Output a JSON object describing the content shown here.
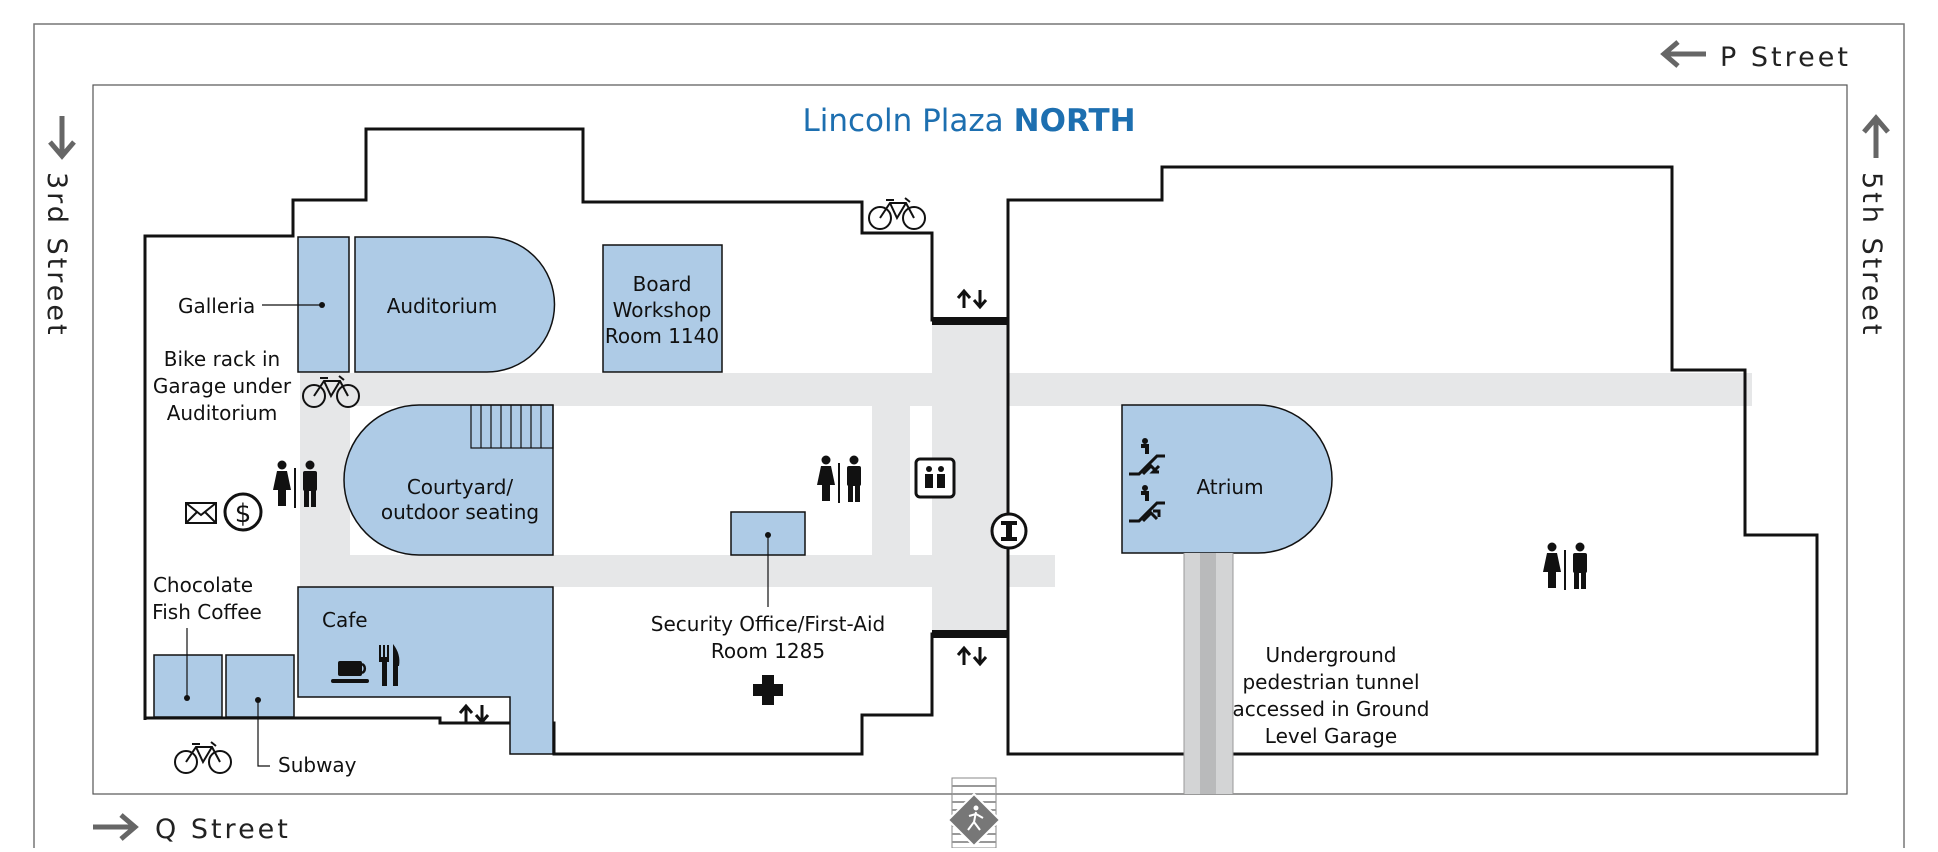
{
  "map": {
    "title_regular": "Lincoln Plaza",
    "title_bold": "NORTH",
    "colors": {
      "room_fill": "#aecbe6",
      "corridor": "#e6e7e8",
      "outline": "#111111",
      "title": "#1d6fb0",
      "street_text": "#222222"
    },
    "streets": {
      "top": "P Street",
      "bottom": "Q Street",
      "left": "3rd Street",
      "right": "5th Street"
    },
    "rooms": {
      "auditorium": "Auditorium",
      "board_workshop": [
        "Board",
        "Workshop",
        "Room 1140"
      ],
      "courtyard": [
        "Courtyard/",
        "outdoor seating"
      ],
      "atrium": "Atrium",
      "cafe": "Cafe"
    },
    "labels": {
      "galleria": "Galleria",
      "bike_rack": [
        "Bike rack in",
        "Garage under",
        "Auditorium"
      ],
      "chocolate_fish": [
        "Chocolate",
        "Fish Coffee"
      ],
      "subway": "Subway",
      "security_office": [
        "Security Office/First-Aid",
        "Room 1285"
      ],
      "tunnel": [
        "Underground",
        "pedestrian tunnel",
        "accessed in Ground",
        "Level Garage"
      ]
    },
    "icons": [
      "arrow-left-icon",
      "arrow-down-icon",
      "arrow-up-icon",
      "arrow-right-icon",
      "bicycle-icon",
      "elevator-icon",
      "restroom-icon",
      "information-icon",
      "first-aid-icon",
      "mail-icon",
      "dollar-icon",
      "coffee-cup-icon",
      "fork-knife-icon",
      "escalator-down-icon",
      "escalator-up-icon",
      "pedestrian-crossing-icon",
      "stairs-up-down-icon"
    ]
  }
}
